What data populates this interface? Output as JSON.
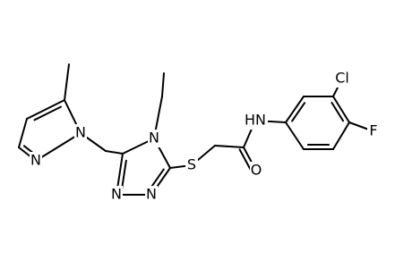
{
  "molecule": {
    "atoms": {
      "ch3_methyl": "",
      "pz_c5": "",
      "pz_c4": "",
      "pz_c3": "",
      "pz_n2": "N",
      "pz_n1": "N",
      "ch2_link": "",
      "tz_c3": "",
      "tz_n4": "N",
      "tz_c5": "",
      "tz_n1": "N",
      "tz_n2": "N",
      "ethyl_ch2": "",
      "ethyl_ch3": "",
      "s": "S",
      "ch2_acetyl": "",
      "c_carbonyl": "",
      "o": "O",
      "nh": "HN",
      "ph_c1": "",
      "ph_c2": "",
      "ph_c3": "",
      "ph_c4": "",
      "ph_c5": "",
      "ph_c6": "",
      "cl": "Cl",
      "f": "F"
    },
    "bonds": [
      [
        "ch3_methyl",
        "pz_c5",
        1
      ],
      [
        "pz_c5",
        "pz_c4",
        2
      ],
      [
        "pz_c4",
        "pz_c3",
        1
      ],
      [
        "pz_c3",
        "pz_n2",
        2
      ],
      [
        "pz_n2",
        "pz_n1",
        1
      ],
      [
        "pz_n1",
        "pz_c5",
        1
      ],
      [
        "pz_n1",
        "ch2_link",
        1
      ],
      [
        "ch2_link",
        "tz_c3",
        1
      ],
      [
        "tz_c3",
        "tz_n4",
        1
      ],
      [
        "tz_n4",
        "tz_c5",
        1
      ],
      [
        "tz_c5",
        "tz_n1",
        2
      ],
      [
        "tz_n1",
        "tz_n2",
        1
      ],
      [
        "tz_n2",
        "tz_c3",
        2
      ],
      [
        "tz_n4",
        "ethyl_ch2",
        1
      ],
      [
        "ethyl_ch2",
        "ethyl_ch3",
        1
      ],
      [
        "tz_c5",
        "s",
        1
      ],
      [
        "s",
        "ch2_acetyl",
        1
      ],
      [
        "ch2_acetyl",
        "c_carbonyl",
        1
      ],
      [
        "c_carbonyl",
        "o",
        2
      ],
      [
        "c_carbonyl",
        "nh",
        1
      ],
      [
        "nh",
        "ph_c1",
        1
      ],
      [
        "ph_c1",
        "ph_c2",
        2
      ],
      [
        "ph_c2",
        "ph_c3",
        1
      ],
      [
        "ph_c3",
        "ph_c4",
        2
      ],
      [
        "ph_c4",
        "ph_c5",
        1
      ],
      [
        "ph_c5",
        "ph_c6",
        2
      ],
      [
        "ph_c6",
        "ph_c1",
        1
      ],
      [
        "ph_c3",
        "cl",
        1
      ],
      [
        "ph_c4",
        "f",
        1
      ]
    ]
  }
}
